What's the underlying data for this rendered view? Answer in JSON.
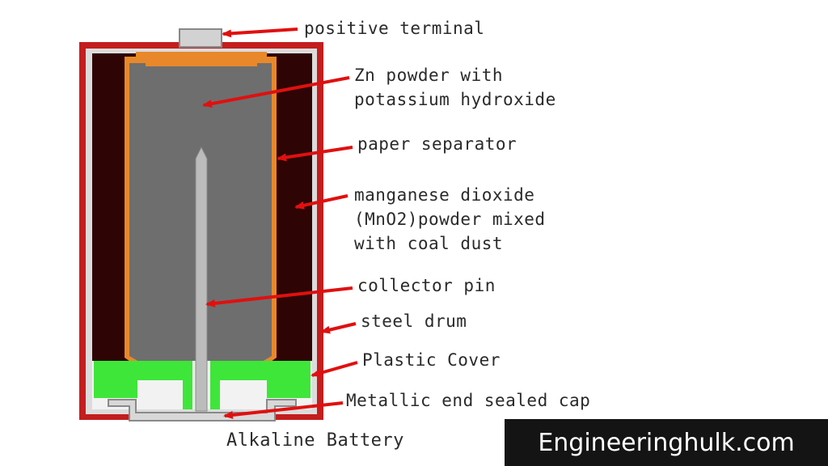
{
  "labels": {
    "positive_terminal": "positive terminal",
    "zn_powder_line1": "Zn powder with",
    "zn_powder_line2": "potassium hydroxide",
    "paper_separator": "paper separator",
    "manganese_line1": "manganese dioxide",
    "manganese_line2": "(MnO2)powder mixed",
    "manganese_line3": "with coal dust",
    "collector_pin": "collector pin",
    "steel_drum": "steel drum",
    "plastic_cover": "Plastic Cover",
    "metallic_cap": "Metallic end sealed cap"
  },
  "caption": "Alkaline Battery",
  "watermark": "Engineeringhulk.com",
  "colors": {
    "outer_jacket": "#c41e1e",
    "steel_drum": "#dcdcdc",
    "manganese_dioxide": "#2e0404",
    "zinc_gel": "#6e6e6e",
    "paper_separator": "#e8882a",
    "collector_pin": "#bcbcbc",
    "plastic_cover": "#3ee63a",
    "arrows": "#e01010"
  }
}
